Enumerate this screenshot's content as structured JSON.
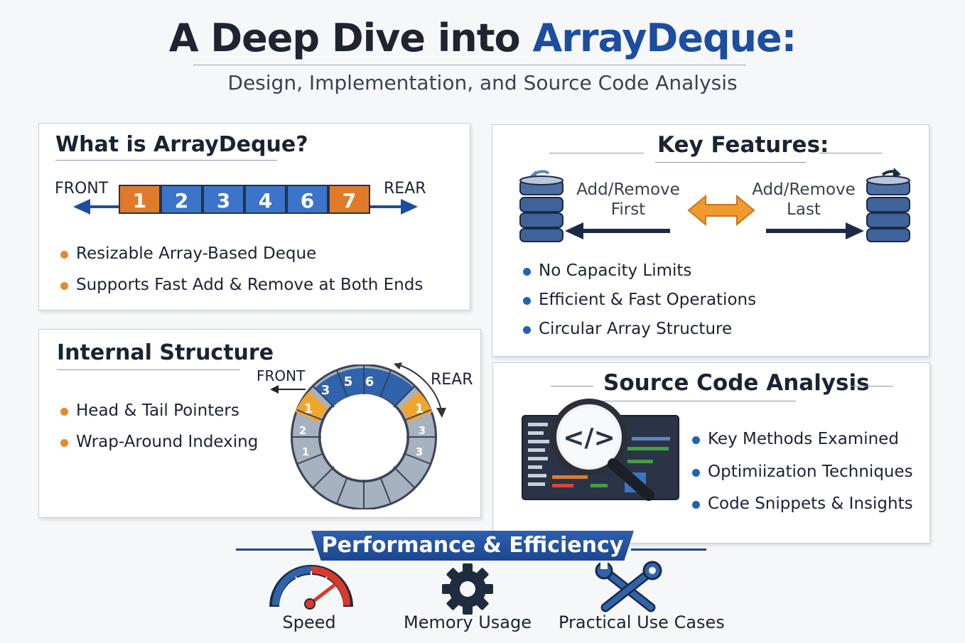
{
  "title": {
    "part1": "A Deep Dive into ",
    "part2": "ArrayDeque:"
  },
  "subtitle": "Design, Implementation, and Source Code Analysis",
  "what_is": {
    "heading": "What is ArrayDeque?",
    "front_label": "FRONT",
    "rear_label": "REAR",
    "cells": [
      "1",
      "2",
      "3",
      "4",
      "6",
      "7"
    ],
    "bullets": [
      "Resizable Array-Based Deque",
      "Supports Fast Add & Remove at Both Ends"
    ]
  },
  "key_features": {
    "heading": "Key Features:",
    "left_label_1": "Add/Remove",
    "left_label_2": "First",
    "right_label_1": "Add/Remove",
    "right_label_2": "Last",
    "bullets": [
      "No Capacity Limits",
      "Efficient & Fast Operations",
      "Circular Array Structure"
    ]
  },
  "internal": {
    "heading": "Internal Structure",
    "front_label": "FRONT",
    "rear_label": "REAR",
    "ring_top": [
      "3",
      "5",
      "6"
    ],
    "ring_left": "1",
    "ring_right": "1",
    "ring_side_left": [
      "2",
      "1"
    ],
    "ring_side_right": [
      "3",
      "3"
    ],
    "bullets": [
      "Head & Tail Pointers",
      "Wrap-Around Indexing"
    ]
  },
  "source": {
    "heading": "Source Code Analysis",
    "code_glyph": "</>",
    "bullets": [
      "Key Methods Examined",
      "Optimiization Techniques",
      "Code Snippets & Insights"
    ]
  },
  "performance": {
    "banner": "Performance & Efficiency",
    "items": [
      "Speed",
      "Memory Usage",
      "Practical Use Cases"
    ]
  },
  "colors": {
    "accent_blue": "#1c4da0",
    "orange": "#e07a2b",
    "cell_blue": "#3b74c8",
    "navy": "#1c478f"
  }
}
